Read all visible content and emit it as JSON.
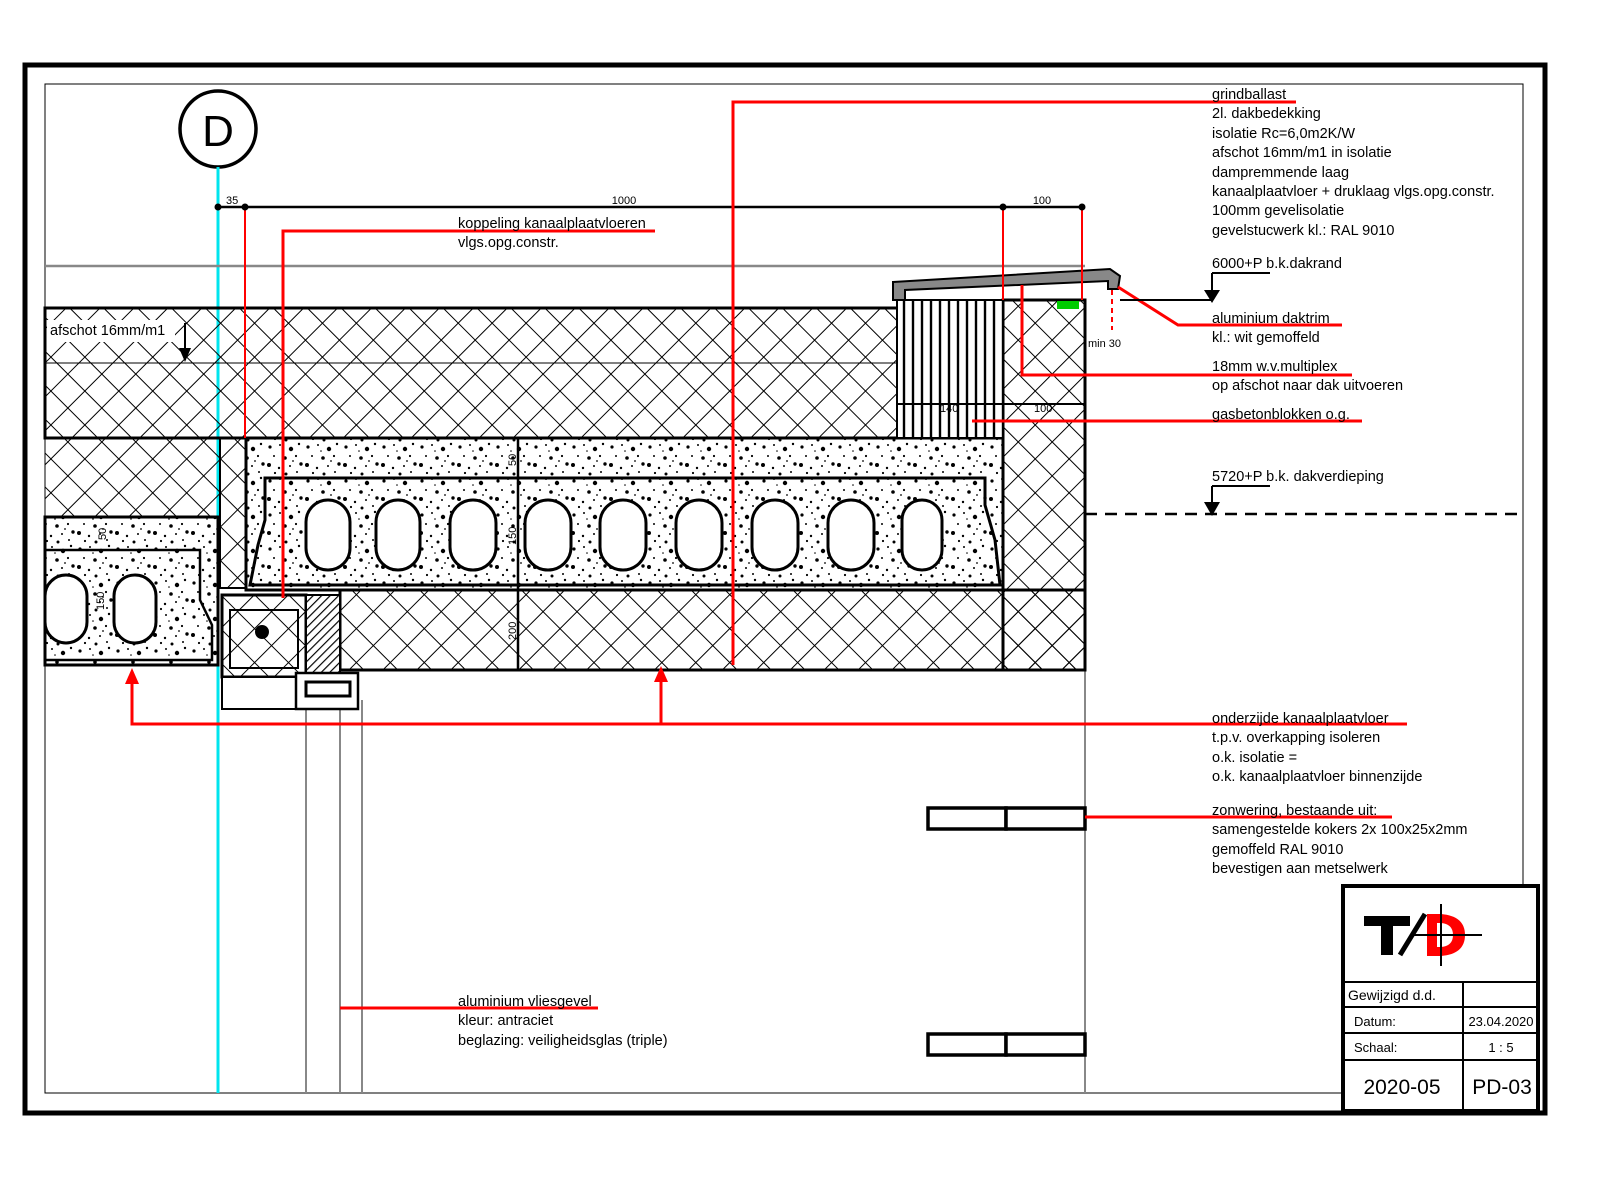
{
  "axis": {
    "letter": "D"
  },
  "dimensions": {
    "d1": "35",
    "d2": "1000",
    "d3": "100",
    "d4": "50",
    "d5": "150",
    "d6": "200",
    "d7": "50",
    "d8": "150",
    "d9": "min 30",
    "d10": "140",
    "d11": "100"
  },
  "notes": {
    "roof": [
      "grindballast",
      "2l. dakbedekking",
      "isolatie Rc=6,0m2K/W",
      "afschot 16mm/m1 in isolatie",
      "dampremmende laag",
      "kanaalplaatvloer + druklaag vlgs.opg.constr.",
      "100mm gevelisolatie",
      "gevelstucwerk kl.: RAL 9010"
    ],
    "coupling": [
      "koppeling kanaalplaatvloeren",
      "vlgs.opg.constr."
    ],
    "slope": "afschot 16mm/m1",
    "level_roof_edge": "6000+P b.k.dakrand",
    "daktrim": [
      "aluminium daktrim",
      "kl.: wit gemoffeld"
    ],
    "multiplex": [
      "18mm w.v.multiplex",
      "op afschot naar dak uitvoeren"
    ],
    "gasbeton": [
      "gasbetonblokken o.g."
    ],
    "level_floor": "5720+P b.k. dakverdieping",
    "underside": [
      "onderzijde kanaalplaatvloer",
      "t.p.v. overkapping isoleren",
      "o.k. isolatie =",
      "o.k. kanaalplaatvloer binnenzijde"
    ],
    "sunscreen": [
      "zonwering, bestaande uit:",
      "samengestelde kokers 2x 100x25x2mm",
      "gemoffeld RAL 9010",
      "bevestigen aan metselwerk"
    ],
    "curtainwall": [
      "aluminium vliesgevel",
      "kleur: antraciet",
      "beglazing: veiligheidsglas (triple)"
    ]
  },
  "titleblock": {
    "modified_label": "Gewijzigd d.d.",
    "date_label": "Datum:",
    "date_value": "23.04.2020",
    "scale_label": "Schaal:",
    "scale_value": "1 : 5",
    "project_number": "2020-05",
    "drawing_number": "PD-03"
  },
  "colors": {
    "annotation": "#ff0000",
    "axis_line": "#00e5ee",
    "logo_red": "#ff0000",
    "green_marker": "#00cc00"
  }
}
